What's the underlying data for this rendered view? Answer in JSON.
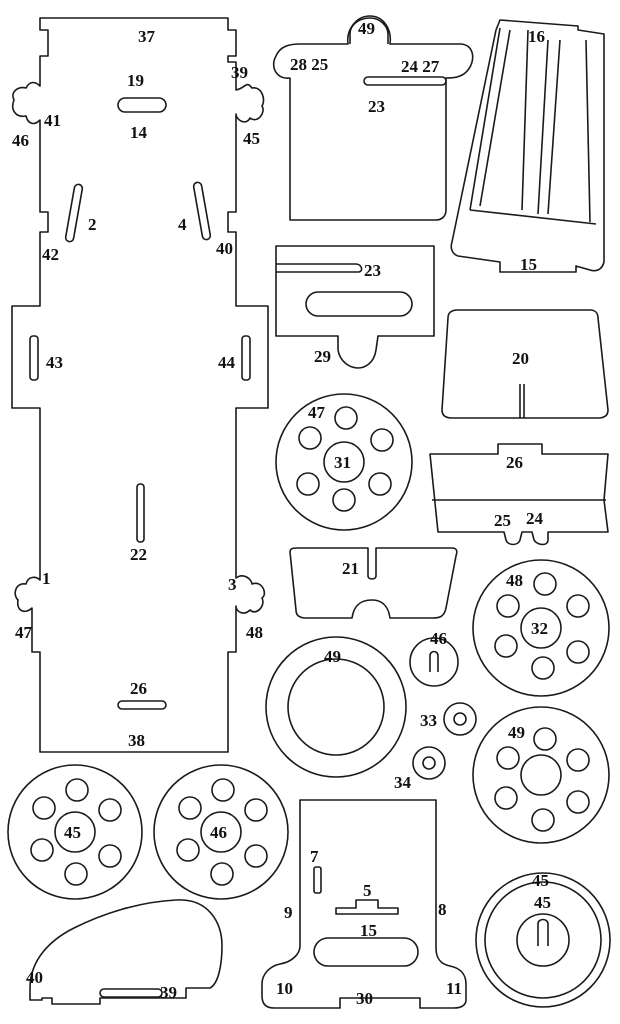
{
  "labels": {
    "chassis": {
      "top": "37",
      "slot_top_upper": "19",
      "slot_top_lower": "14",
      "left_upper_tab": "39",
      "left_ear_upper": "41",
      "left_ear_upper_under": "46",
      "right_ear_upper": "45",
      "slot_left": "2",
      "slot_right": "4",
      "left_notch": "42",
      "right_notch": "40",
      "side_slot_left": "43",
      "side_slot_right": "44",
      "center_slot": "22",
      "ear_lower_left": "1",
      "ear_lower_left_under": "47",
      "ear_lower_right": "3",
      "ear_lower_right_under": "48",
      "bottom_slot": "26",
      "bottom": "38"
    },
    "cab_panel": {
      "top": "49",
      "left_pair": "28 25",
      "right_pair": "24 27",
      "slot": "23"
    },
    "tail_panel": {
      "top": "16",
      "bottom": "15"
    },
    "slider_plate": {
      "slot": "23",
      "tab": "29"
    },
    "seat_back": {
      "label": "20"
    },
    "wheel_31": {
      "rim": "47",
      "hub": "31"
    },
    "dash": {
      "top": "26",
      "left_tab": "25",
      "right_tab": "24"
    },
    "bumper": {
      "label": "21"
    },
    "wheel_32": {
      "rim": "48",
      "hub": "32"
    },
    "ring": {
      "label": "49"
    },
    "knob_46": {
      "label": "46"
    },
    "washer_33": {
      "label": "33"
    },
    "washer_34": {
      "label": "34"
    },
    "wheel_49": {
      "label": "49"
    },
    "wheel_45": {
      "label": "45"
    },
    "wheel_46": {
      "label": "46"
    },
    "fender": {
      "left": "40",
      "slot": "39"
    },
    "base_panel": {
      "slot_label": "7",
      "left_side": "9",
      "right_side": "8",
      "tab_top": "5",
      "tab_bottom": "15",
      "corner_left": "10",
      "bottom": "30",
      "corner_right": "11"
    },
    "big_knob": {
      "outer": "45",
      "inner": "45"
    }
  }
}
